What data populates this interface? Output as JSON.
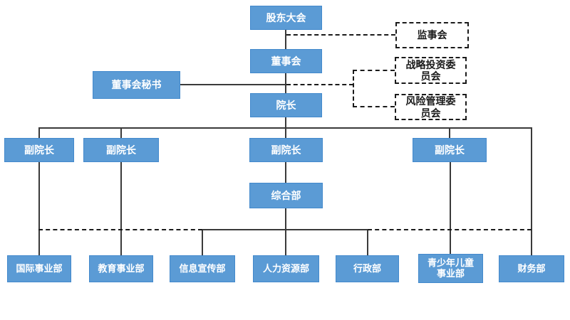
{
  "diagram": {
    "type": "org-chart",
    "nodes": {
      "shareholders": "股东大会",
      "supervisory": "监事会",
      "board": "董事会",
      "secretary": "董事会秘书",
      "strategic": "战略投资委\n员会",
      "risk": "风险管理委\n员会",
      "dean": "院长",
      "vp1": "副院长",
      "vp2": "副院长",
      "vp3": "副院长",
      "vp4": "副院长",
      "general": "综合部",
      "intl": "国际事业部",
      "edu": "教育事业部",
      "info": "信息宣传部",
      "hr": "人力资源部",
      "admin": "行政部",
      "youth": "青少年儿童\n事业部",
      "finance": "财务部"
    },
    "colors": {
      "node_fill": "#5B9BD5",
      "node_border": "#4389CC",
      "node_text": "#FFFFFF",
      "dashed_box_border": "#1A1A1A",
      "dashed_box_text": "#1A1A1A",
      "connector_solid": "#3A3A3A",
      "connector_dashed": "#1A1A1A",
      "background": "#FFFFFF"
    }
  }
}
